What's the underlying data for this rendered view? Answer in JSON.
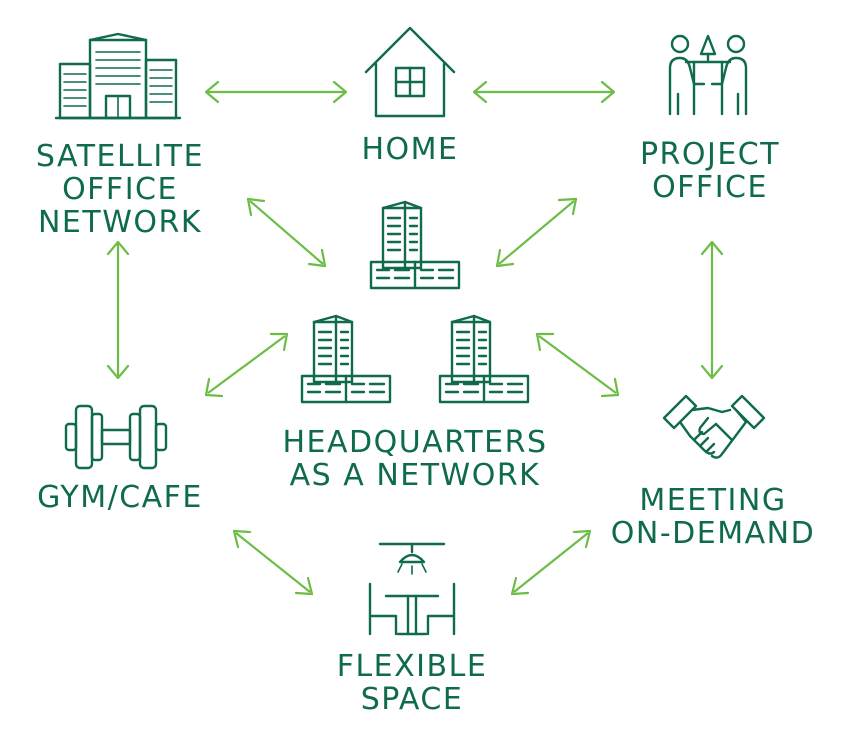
{
  "nodes": {
    "satellite": {
      "lines": [
        "SATELLITE",
        "OFFICE",
        "NETWORK"
      ],
      "icon": "office-buildings-icon"
    },
    "home": {
      "lines": [
        "HOME"
      ],
      "icon": "house-icon"
    },
    "project": {
      "lines": [
        "PROJECT",
        "OFFICE"
      ],
      "icon": "people-at-table-icon"
    },
    "hq": {
      "lines": [
        "HEADQUARTERS",
        "AS A NETWORK"
      ],
      "icon": "tower-buildings-icon"
    },
    "gym": {
      "lines": [
        "GYM/CAFE"
      ],
      "icon": "dumbbell-icon"
    },
    "meeting": {
      "lines": [
        "MEETING",
        "ON-DEMAND"
      ],
      "icon": "handshake-icon"
    },
    "flexible": {
      "lines": [
        "FLEXIBLE",
        "SPACE"
      ],
      "icon": "cafe-table-icon"
    }
  },
  "edges": [
    [
      "satellite",
      "home"
    ],
    [
      "home",
      "project"
    ],
    [
      "satellite",
      "hq"
    ],
    [
      "project",
      "hq"
    ],
    [
      "satellite",
      "gym"
    ],
    [
      "project",
      "meeting"
    ],
    [
      "gym",
      "hq"
    ],
    [
      "meeting",
      "hq"
    ],
    [
      "gym",
      "flexible"
    ],
    [
      "flexible",
      "meeting"
    ]
  ],
  "colors": {
    "primary": "#0f6b4c",
    "arrow": "#6cbd45"
  }
}
